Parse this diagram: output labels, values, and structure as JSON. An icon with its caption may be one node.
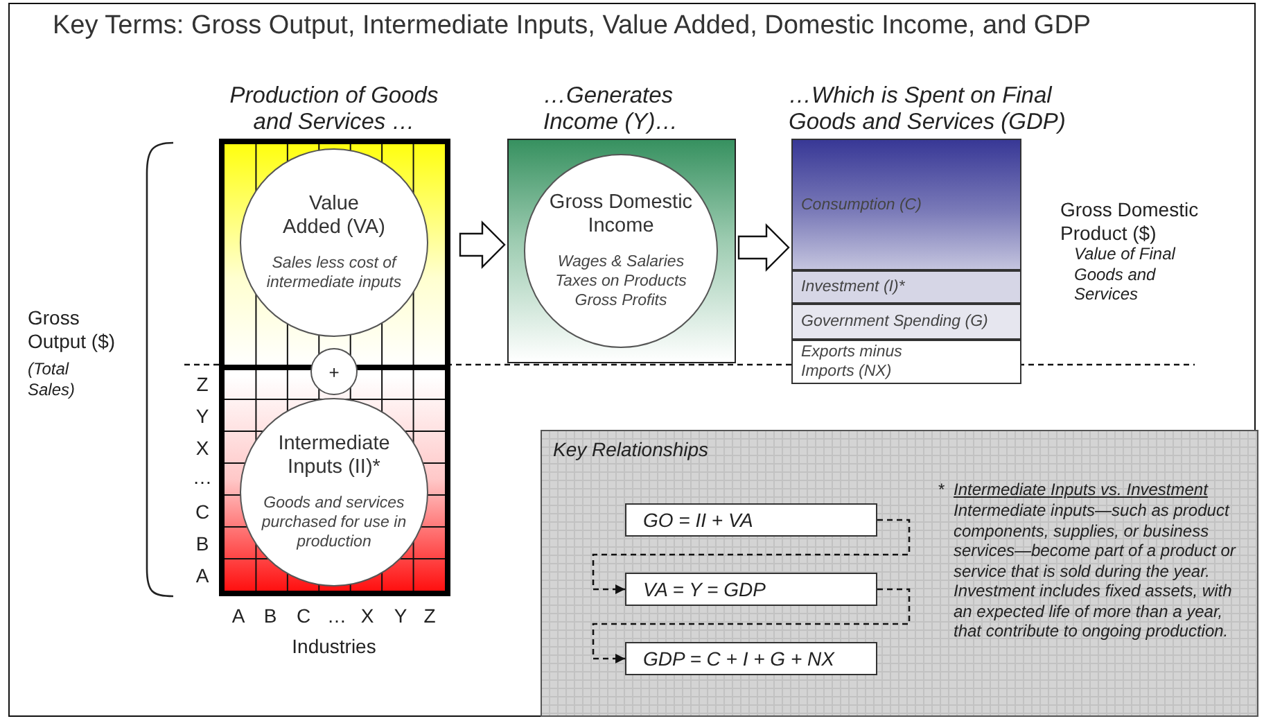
{
  "diagram": {
    "title": "Key Terms: Gross Output, Intermediate Inputs, Value Added, Domestic Income, and GDP",
    "nodes": [
      {
        "text": [
          "Production of Goods and Services …"
        ]
      },
      {
        "text": [
          "Value Added (VA)",
          "Sales less cost of intermediate inputs"
        ],
        "in": 0
      },
      {
        "text": [
          "+"
        ],
        "in": 0
      },
      {
        "text": [
          "Intermediate Inputs (II)*",
          "Goods and services purchased for use in production"
        ],
        "in": 0
      },
      {
        "text": [
          "…Generates Income (Y)…"
        ]
      },
      {
        "text": [
          "Gross Domestic Income",
          "Wages & Salaries Taxes on Products Gross Profits"
        ],
        "in": 4
      },
      {
        "text": [
          "…Which is Spent on Final Goods and Services (GDP)"
        ]
      },
      {
        "text": [
          "Consumption (C)"
        ],
        "in": 6
      },
      {
        "text": [
          "Investment (I)*"
        ],
        "in": 6
      },
      {
        "text": [
          "Government Spending (G)"
        ],
        "in": 6
      },
      {
        "text": [
          "Exports minus Imports (NX)"
        ],
        "in": 6
      },
      {
        "text": [
          "Key Relationships"
        ]
      },
      {
        "text": [
          "GO = II + VA"
        ],
        "in": 11
      },
      {
        "text": [
          "VA = Y = GDP"
        ],
        "in": 11
      },
      {
        "text": [
          "GDP = C + I + G + NX"
        ],
        "in": 11
      }
    ],
    "edges": [
      {
        "from": 0,
        "to": 4,
        "arrow": "to",
        "style": "thick"
      },
      {
        "from": 4,
        "to": 6,
        "arrow": "to",
        "style": "thick"
      },
      {
        "from": 12,
        "to": 13,
        "arrow": "to",
        "style": "dashed"
      },
      {
        "from": 13,
        "to": 14,
        "arrow": "to",
        "style": "dashed"
      }
    ],
    "labels": [
      "Gross Output ($)",
      "(Total Sales)",
      "Z",
      "Y",
      "X",
      "…",
      "C",
      "B",
      "A",
      "A",
      "B",
      "C",
      "…",
      "X",
      "Y",
      "Z",
      "Industries",
      "Gross Domestic Product ($)",
      "Value of Final Goods and Services",
      "*",
      "Intermediate Inputs vs. Investment",
      "Intermediate inputs—such as product components, supplies, or business services—become part of a product or service that is sold during the year. Investment includes fixed assets, with an expected life of more than a year, that contribute to ongoing production."
    ]
  }
}
